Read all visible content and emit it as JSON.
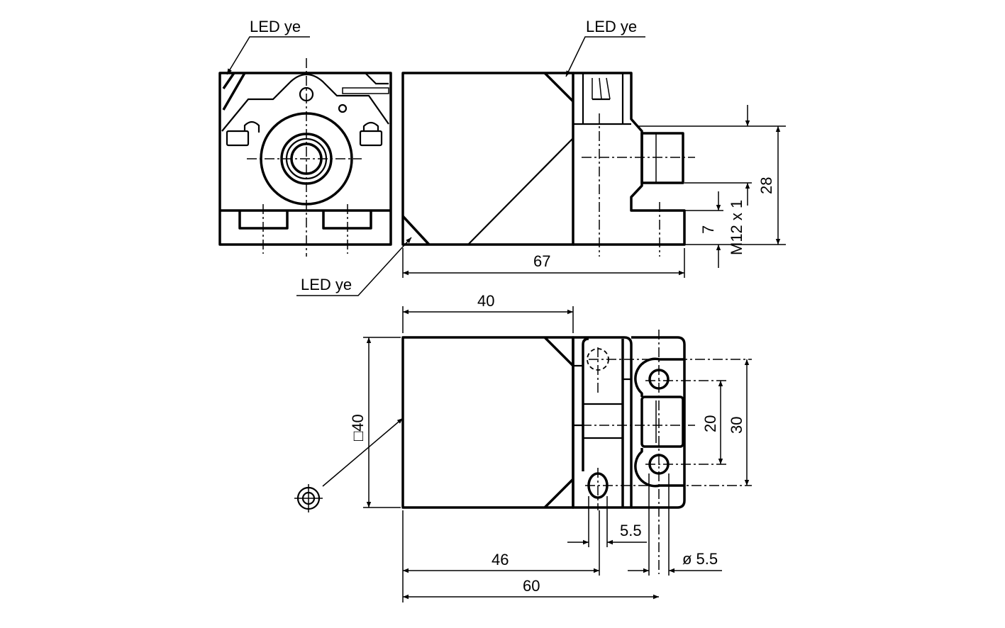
{
  "labels": {
    "led_front": "LED ye",
    "led_side_top": "LED ye",
    "led_side_bottom": "LED ye"
  },
  "dimensions": {
    "length_67": "67",
    "height_28": "28",
    "offset_7": "7",
    "thread": "M12 x 1",
    "width_40": "40",
    "square_40": "□40",
    "spacing_20": "20",
    "spacing_30": "30",
    "slot_5_5": "5.5",
    "hole_dia": "ø 5.5",
    "length_46": "46",
    "length_60": "60"
  }
}
